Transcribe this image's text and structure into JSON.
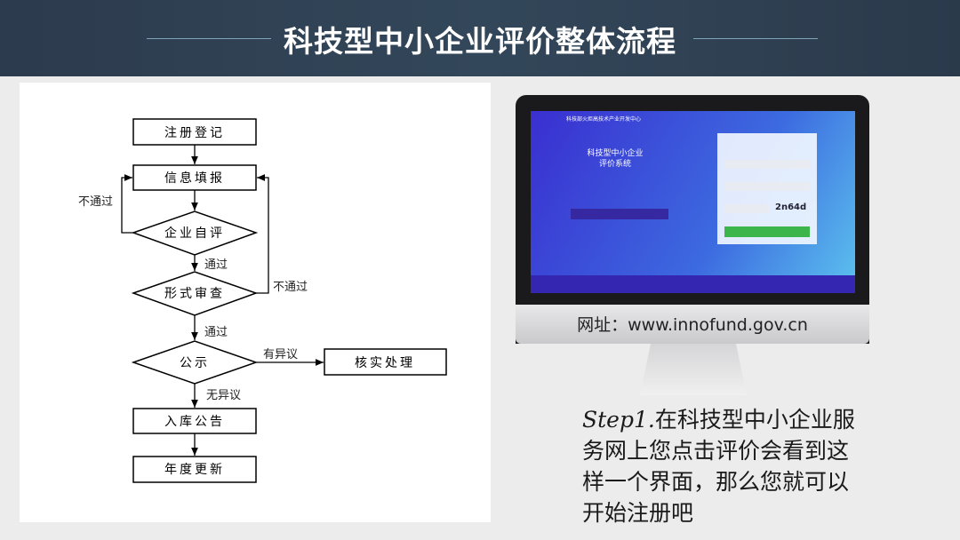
{
  "title": "科技型中小企业评价整体流程",
  "flow": {
    "register": "注册登记",
    "fill": "信息填报",
    "self_eval": "企业自评",
    "review": "形式审查",
    "publicity": "公示",
    "verify": "核实处理",
    "storage": "入库公告",
    "annual": "年度更新",
    "fail1": "不通过",
    "pass1": "通过",
    "fail2": "不通过",
    "pass2": "通过",
    "objection": "有异议",
    "no_objection": "无异议"
  },
  "screen": {
    "org": "科技部火炬高技术产业开发中心",
    "system": "科技型中小企业评价系统",
    "captcha": "2n64d"
  },
  "url": "网址：www.innofund.gov.cn",
  "step": {
    "prefix": "Step1.",
    "text": "在科技型中小企业服务网上您点击评价会看到这样一个界面，那么您就可以开始注册吧"
  }
}
